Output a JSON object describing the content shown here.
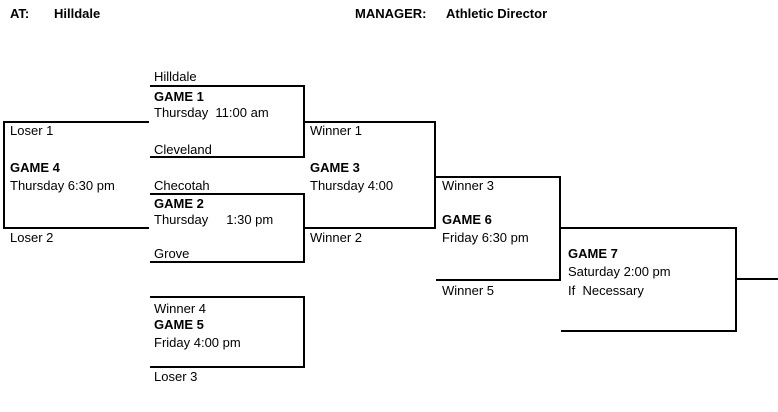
{
  "header": {
    "at_label": "AT:",
    "at_value": "Hilldale",
    "manager_label": "MANAGER:",
    "manager_value": "Athletic Director"
  },
  "bracket": {
    "game1": {
      "top_team": "Hilldale",
      "title": "GAME 1",
      "time": "Thursday  11:00 am",
      "bottom_team": "Cleveland"
    },
    "game2": {
      "top_team": "Checotah",
      "title": "GAME 2",
      "time": "Thursday     1:30 pm",
      "bottom_team": "Grove"
    },
    "game3": {
      "top_team": "Winner 1",
      "title": "GAME 3",
      "time": "Thursday 4:00",
      "bottom_team": "Winner 2"
    },
    "game4": {
      "top_team": "Loser 1",
      "title": "GAME 4",
      "time": "Thursday 6:30 pm",
      "bottom_team": "Loser 2"
    },
    "game5": {
      "top_team": "Winner 4",
      "title": "GAME 5",
      "time": "Friday 4:00 pm",
      "bottom_team": "Loser 3"
    },
    "game6": {
      "top_team": "Winner 3",
      "title": "GAME 6",
      "time": "Friday 6:30 pm",
      "bottom_team": "Winner 5"
    },
    "game7": {
      "title": "GAME 7",
      "time": "Saturday 2:00 pm",
      "note": "If  Necessary"
    }
  }
}
